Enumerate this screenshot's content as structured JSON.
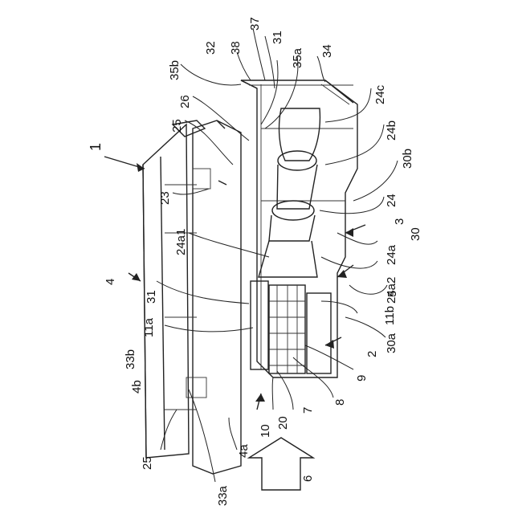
{
  "labels": [
    {
      "id": "1",
      "text": "1"
    },
    {
      "id": "2",
      "text": "2"
    },
    {
      "id": "3",
      "text": "3"
    },
    {
      "id": "4",
      "text": "4"
    },
    {
      "id": "4a",
      "text": "4a"
    },
    {
      "id": "4b",
      "text": "4b"
    },
    {
      "id": "5",
      "text": "5"
    },
    {
      "id": "6",
      "text": "6"
    },
    {
      "id": "7",
      "text": "7"
    },
    {
      "id": "8",
      "text": "8"
    },
    {
      "id": "9",
      "text": "9"
    },
    {
      "id": "10",
      "text": "10"
    },
    {
      "id": "11a",
      "text": "11a"
    },
    {
      "id": "11b",
      "text": "11b"
    },
    {
      "id": "20",
      "text": "20"
    },
    {
      "id": "23",
      "text": "23"
    },
    {
      "id": "24",
      "text": "24"
    },
    {
      "id": "24a",
      "text": "24a"
    },
    {
      "id": "24a1",
      "text": "24a1"
    },
    {
      "id": "24a2",
      "text": "24a2"
    },
    {
      "id": "24b",
      "text": "24b"
    },
    {
      "id": "24c",
      "text": "24c"
    },
    {
      "id": "25_top",
      "text": "25"
    },
    {
      "id": "25_bottom",
      "text": "25"
    },
    {
      "id": "26",
      "text": "26"
    },
    {
      "id": "30",
      "text": "30"
    },
    {
      "id": "30a",
      "text": "30a"
    },
    {
      "id": "30b",
      "text": "30b"
    },
    {
      "id": "31_top",
      "text": "31"
    },
    {
      "id": "31_mid",
      "text": "31"
    },
    {
      "id": "32",
      "text": "32"
    },
    {
      "id": "33a",
      "text": "33a"
    },
    {
      "id": "33b",
      "text": "33b"
    },
    {
      "id": "34",
      "text": "34"
    },
    {
      "id": "35a",
      "text": "35a"
    },
    {
      "id": "35b",
      "text": "35b"
    },
    {
      "id": "37",
      "text": "37"
    },
    {
      "id": "38",
      "text": "38"
    }
  ]
}
